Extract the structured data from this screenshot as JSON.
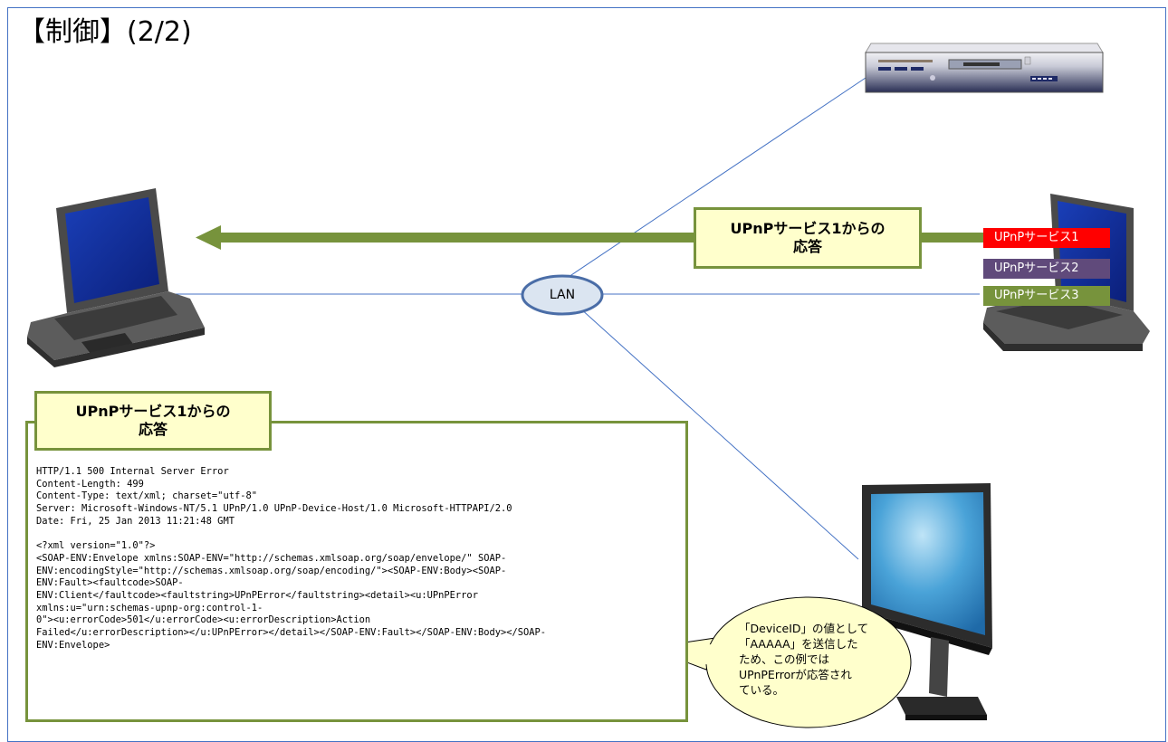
{
  "page": {
    "title": "【制御】(2/2)"
  },
  "lan": {
    "label": "LAN"
  },
  "response_callout": {
    "text": "UPnPサービス1からの\n応答"
  },
  "code_callout": {
    "text": "UPnPサービス1からの\n応答"
  },
  "services": [
    {
      "label": "UPnPサービス1",
      "color": "#ff0000"
    },
    {
      "label": "UPnPサービス2",
      "color": "#604a7b"
    },
    {
      "label": "UPnPサービス3",
      "color": "#77933c"
    }
  ],
  "http_response": {
    "lines": [
      "HTTP/1.1 500 Internal Server Error",
      "Content-Length: 499",
      "Content-Type: text/xml; charset=\"utf-8\"",
      "Server: Microsoft-Windows-NT/5.1 UPnP/1.0 UPnP-Device-Host/1.0 Microsoft-HTTPAPI/2.0",
      "Date: Fri, 25 Jan 2013 11:21:48 GMT",
      "",
      "<?xml version=\"1.0\"?>",
      "<SOAP-ENV:Envelope xmlns:SOAP-ENV=\"http://schemas.xmlsoap.org/soap/envelope/\" SOAP-",
      "ENV:encodingStyle=\"http://schemas.xmlsoap.org/soap/encoding/\"><SOAP-ENV:Body><SOAP-",
      "ENV:Fault><faultcode>SOAP-",
      "ENV:Client</faultcode><faultstring>UPnPError</faultstring><detail><u:UPnPError",
      "xmlns:u=\"urn:schemas-upnp-org:control-1-",
      "0\"><u:errorCode>501</u:errorCode><u:errorDescription>Action",
      "Failed</u:errorDescription></u:UPnPError></detail></SOAP-ENV:Fault></SOAP-ENV:Body></SOAP-",
      "ENV:Envelope>"
    ]
  },
  "note": {
    "text": "「DeviceID」の値として\n「AAAAA」を送信した\nため、この例では\nUPnPErrorが応答され\nている。"
  },
  "colors": {
    "accent_green": "#77933c",
    "frame_blue": "#4472c4",
    "callout_fill": "#ffffcc"
  }
}
